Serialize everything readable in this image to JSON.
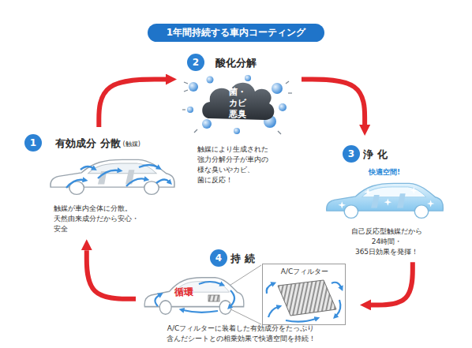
{
  "diagram": {
    "title": "1年間持続する車内コーティング",
    "nodes": [
      {
        "text": [
          "有効成分 分散",
          "(触媒)",
          "触媒が車内全体に分散。 天然由来成分だから安心・安全"
        ]
      },
      {
        "text": [
          "1"
        ],
        "in": 0
      },
      {
        "text": [
          "酸化分解",
          "触媒により生成された 強力分解分子が車内の 様な臭いやカビ、菌に反応！"
        ]
      },
      {
        "text": [
          "2"
        ],
        "in": 2
      },
      {
        "text": [
          "菌・カビ 悪臭"
        ],
        "in": 2
      },
      {
        "text": [
          "浄 化",
          "快適空間!",
          "自己反応型触媒だから 24時間・365日効果を発揮！"
        ]
      },
      {
        "text": [
          "3"
        ],
        "in": 5
      },
      {
        "text": [
          "持 続",
          "A/Cフィルターに装着した有効成分をたっぷり 含んだシートとの相乗効果で快適空間を持続！"
        ]
      },
      {
        "text": [
          "4"
        ],
        "in": 7
      },
      {
        "text": [
          "循環"
        ],
        "in": 7
      },
      {
        "text": [
          "A/Cフィルター"
        ],
        "in": 7
      }
    ],
    "edges": [
      {
        "from": 0,
        "to": 2,
        "arrow": "to"
      },
      {
        "from": 2,
        "to": 5,
        "arrow": "to"
      },
      {
        "from": 5,
        "to": 7,
        "arrow": "to"
      },
      {
        "from": 7,
        "to": 0,
        "arrow": "to"
      }
    ]
  }
}
